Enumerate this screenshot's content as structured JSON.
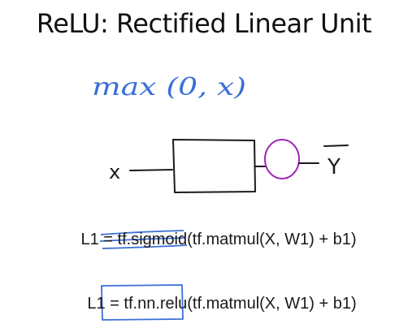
{
  "slide": {
    "title": "ReLU: Rectified Linear Unit",
    "handwritten_formula": "max (0, x)",
    "diagram": {
      "input_label": "x",
      "output_label": "Y",
      "output_bar_label": "¯"
    },
    "code_lines": [
      {
        "prefix": "L1 = ",
        "func": "tf.sigmoid",
        "suffix": "(tf.matmul(X, W1) + b1)",
        "func_struck_through": true
      },
      {
        "prefix": "L1 = ",
        "func": "tf.nn.relu",
        "suffix": "(tf.matmul(X, W1) + b1)",
        "func_boxed": true
      }
    ],
    "colors": {
      "ink_black": "#1a1a1a",
      "ink_blue": "#3a6fd8",
      "ink_magenta": "#a028b8"
    }
  }
}
